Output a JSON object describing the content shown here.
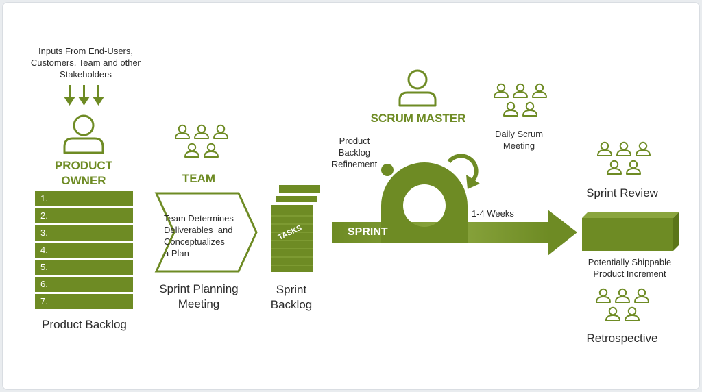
{
  "colors": {
    "primary": "#6e8b24",
    "primary_light": "#86a33a",
    "primary_dark": "#5b7519",
    "text": "#2b2b2b",
    "background": "#ffffff"
  },
  "inputs_text": [
    "Inputs From End-Users,",
    "Customers, Team and other",
    "Stakeholders"
  ],
  "product_owner": {
    "title_lines": [
      "PRODUCT",
      "OWNER"
    ],
    "icon": "person-icon"
  },
  "product_backlog": {
    "items": [
      "1.",
      "2.",
      "3.",
      "4.",
      "5.",
      "6.",
      "7."
    ],
    "label": "Product Backlog"
  },
  "team": {
    "title": "TEAM",
    "icon": "people-group-icon"
  },
  "sprint_planning": {
    "box_lines": [
      "Team Determines",
      "Deliverables  and",
      "Conceptualizes",
      "a Plan"
    ],
    "label_lines": [
      "Sprint Planning",
      "Meeting"
    ]
  },
  "sprint_backlog": {
    "tasks_label": "TASKS",
    "label_lines": [
      "Sprint",
      "Backlog"
    ]
  },
  "scrum_master": {
    "title": "SCRUM MASTER",
    "icon": "person-icon"
  },
  "backlog_refinement": [
    "Product",
    "Backlog",
    "Refinement"
  ],
  "daily_scrum": [
    "Daily Scrum",
    "Meeting"
  ],
  "sprint": {
    "label": "SPRINT",
    "duration": "1-4 Weeks"
  },
  "increment": [
    "Potentially Shippable",
    "Product Increment"
  ],
  "sprint_review": "Sprint Review",
  "retrospective": "Retrospective"
}
